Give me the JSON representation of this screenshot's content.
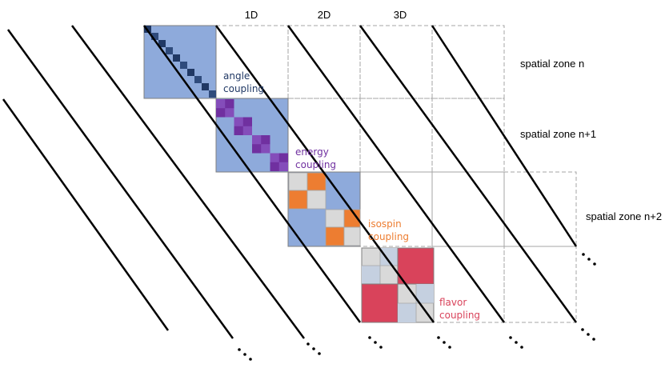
{
  "columns": {
    "col_1d": "1D",
    "col_2d": "2D",
    "col_3d": "3D"
  },
  "zones": {
    "zone_n": "spatial zone n",
    "zone_n1": "spatial zone n+1",
    "zone_n2": "spatial zone n+2"
  },
  "couplings": {
    "angle": {
      "line1": "angle",
      "line2": "coupling"
    },
    "energy": {
      "line1": "energy",
      "line2": "coupling"
    },
    "isospin": {
      "line1": "isospin",
      "line2": "coupling"
    },
    "flavor": {
      "line1": "flavor",
      "line2": "coupling"
    }
  },
  "colors": {
    "block_blue": "#8eaadb",
    "angle_dark": "#203864",
    "energy_purple": "#7030a0",
    "isospin_orange": "#ed7d31",
    "flavor_red": "#d9435b",
    "light_gray": "#d9d9d9",
    "light_blue_gray": "#c5d0e0",
    "dashed_gray": "#a6a6a6"
  }
}
